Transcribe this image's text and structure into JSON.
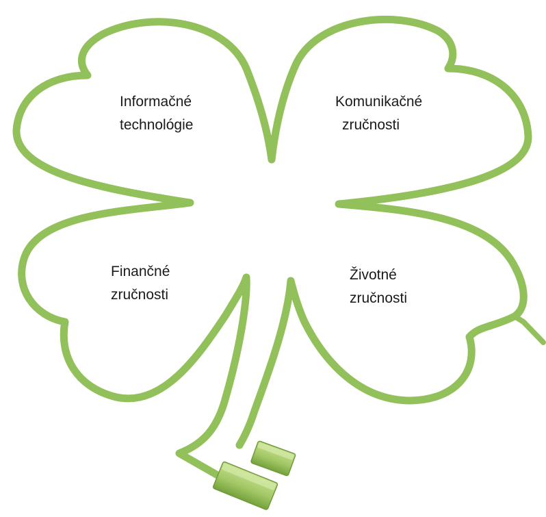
{
  "colors": {
    "outline": "#92c05a",
    "plug_light": "#b9d97e",
    "plug_dark": "#6f9a3a",
    "text": "#1a1a1a"
  },
  "leaves": [
    {
      "line1": "Informačné",
      "line2": "technológie"
    },
    {
      "line1": "Komunikačné",
      "line2": "zručnosti"
    },
    {
      "line1": "Finančné",
      "line2": "zručnosti"
    },
    {
      "line1": "Životné",
      "line2": "zručnosti"
    }
  ]
}
